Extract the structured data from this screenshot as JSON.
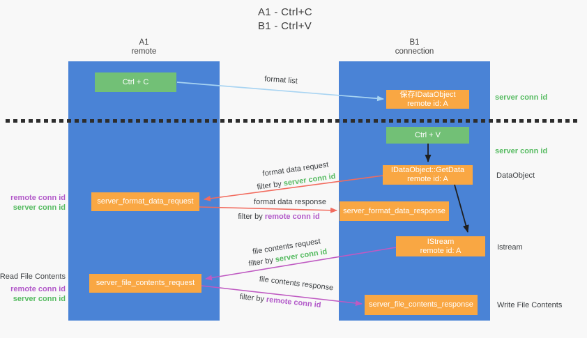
{
  "title": {
    "line1": "A1 - Ctrl+C",
    "line2": "B1 - Ctrl+V"
  },
  "lanes": {
    "left": {
      "name": "A1",
      "subtitle": "remote"
    },
    "right": {
      "name": "B1",
      "subtitle": "connection"
    }
  },
  "nodes": {
    "ctrl_c": {
      "label": "Ctrl + C"
    },
    "save_dataobject": {
      "line1": "保存IDataObject",
      "line2": "remote id: A"
    },
    "ctrl_v": {
      "label": "Ctrl + V"
    },
    "getdata": {
      "line1": "IDataObject::GetData",
      "line2": "remote id: A"
    },
    "format_request": {
      "label": "server_format_data_request"
    },
    "format_response": {
      "label": "server_format_data_response"
    },
    "istream": {
      "line1": "IStream",
      "line2": "remote id: A"
    },
    "file_request": {
      "label": "server_file_contents_request"
    },
    "file_response": {
      "label": "server_file_contents_response"
    }
  },
  "edge_labels": {
    "format_list": "format list",
    "format_data_request": "format data request",
    "format_data_response": "format data response",
    "file_contents_request": "file contents request",
    "file_contents_response": "file contents response",
    "filter_by": "filter by",
    "server_conn_id": "server conn id",
    "remote_conn_id": "remote conn id"
  },
  "side_labels": {
    "server_conn_id": "server conn id",
    "remote_conn_id": "remote conn id",
    "dataobject": "DataObject",
    "istream": "Istream",
    "read_file_contents": "Read File Contents",
    "write_file_contents": "Write File Contents"
  },
  "colors": {
    "lane_blue": "#4a83d6",
    "node_green": "#72c076",
    "node_orange": "#f9a743",
    "arrow_light_blue": "#a8d4f2",
    "arrow_red": "#f26b5e",
    "arrow_magenta": "#bf5ac2",
    "arrow_black": "#1f1f1f",
    "text_green": "#56bb61",
    "text_purple": "#b259c9",
    "text_dark": "#3d4043"
  }
}
